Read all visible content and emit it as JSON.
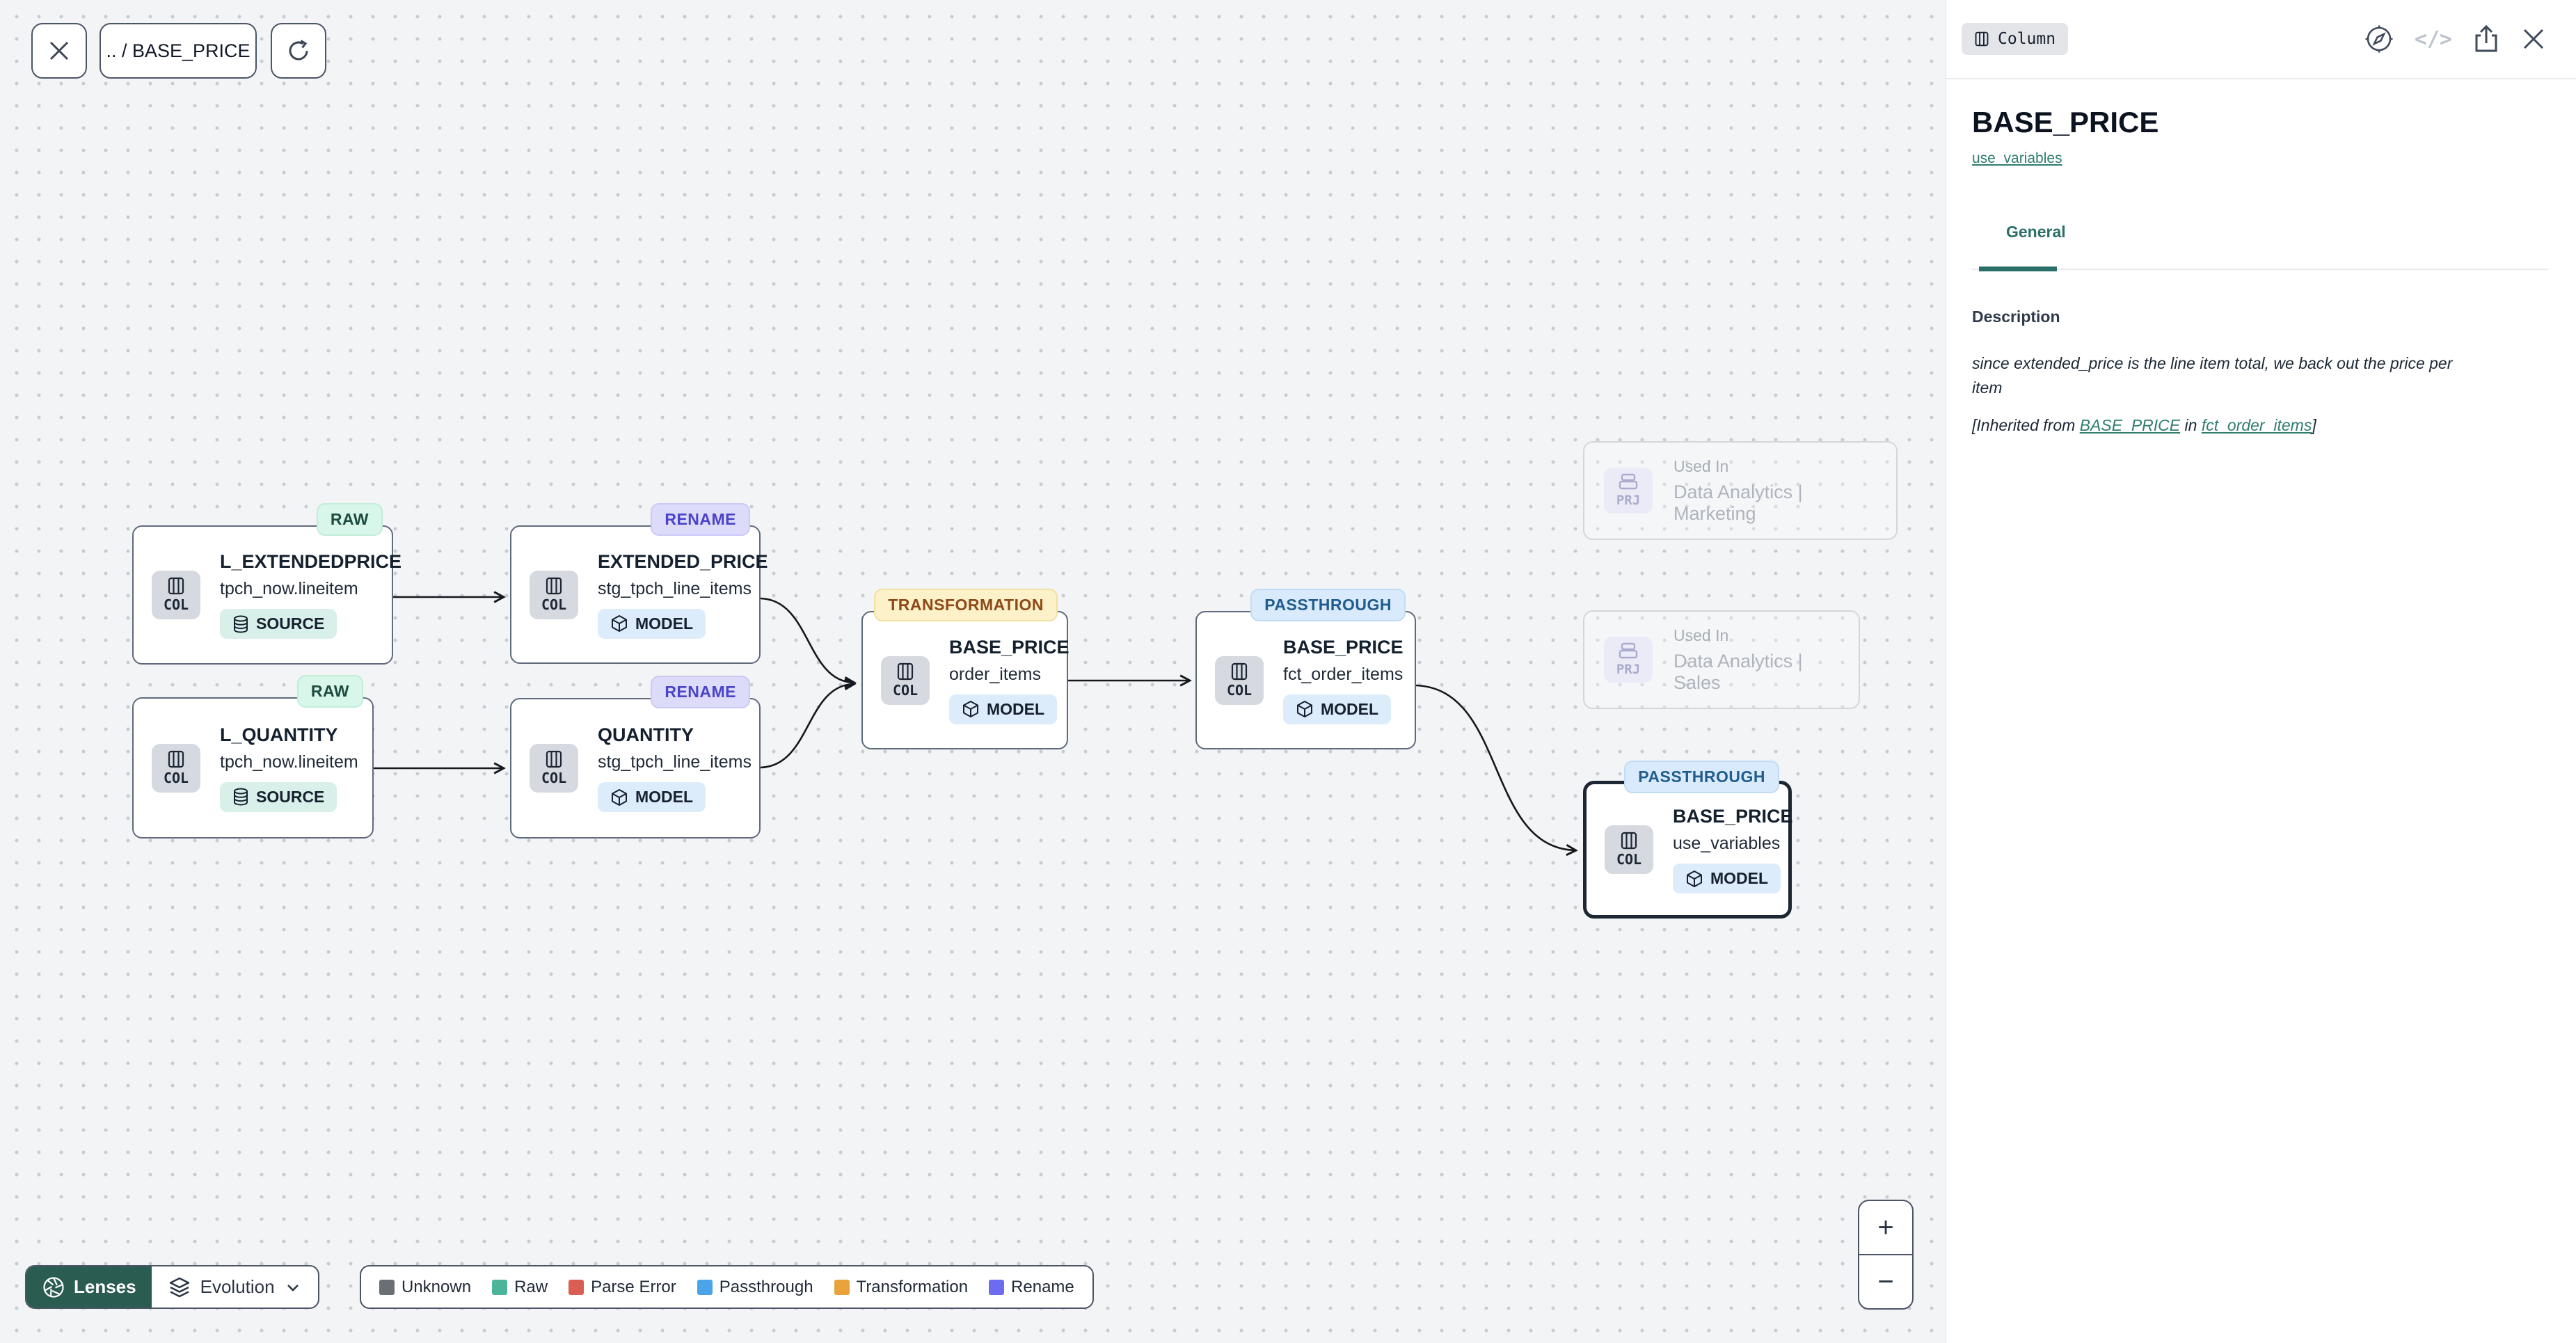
{
  "toolbar": {
    "breadcrumb": ".. / BASE_PRICE"
  },
  "panel": {
    "type_badge": "Column",
    "title": "BASE_PRICE",
    "subtitle_link": "use_variables",
    "tabs": [
      {
        "label": "General",
        "active": true
      }
    ],
    "description": {
      "label": "Description",
      "text": "since extended_price is the line item total, we back out the price per item",
      "inherited_prefix": "[Inherited from ",
      "inherited_link1": "BASE_PRICE",
      "inherited_middle": " in ",
      "inherited_link2": "fct_order_items",
      "inherited_suffix": "]"
    }
  },
  "nodes": [
    {
      "kind": "COL",
      "badge": "RAW",
      "title": "L_EXTENDEDPRICE",
      "subtitle": "tpch_now.lineitem",
      "chip": "SOURCE"
    },
    {
      "kind": "COL",
      "badge": "RAW",
      "title": "L_QUANTITY",
      "subtitle": "tpch_now.lineitem",
      "chip": "SOURCE"
    },
    {
      "kind": "COL",
      "badge": "RENAME",
      "title": "EXTENDED_PRICE",
      "subtitle": "stg_tpch_line_items",
      "chip": "MODEL"
    },
    {
      "kind": "COL",
      "badge": "RENAME",
      "title": "QUANTITY",
      "subtitle": "stg_tpch_line_items",
      "chip": "MODEL"
    },
    {
      "kind": "COL",
      "badge": "TRANSFORMATION",
      "title": "BASE_PRICE",
      "subtitle": "order_items",
      "chip": "MODEL"
    },
    {
      "kind": "COL",
      "badge": "PASSTHROUGH",
      "title": "BASE_PRICE",
      "subtitle": "fct_order_items",
      "chip": "MODEL"
    },
    {
      "kind": "COL",
      "badge": "PASSTHROUGH",
      "title": "BASE_PRICE",
      "subtitle": "use_variables",
      "chip": "MODEL"
    }
  ],
  "ghosts": [
    {
      "kind": "PRJ",
      "label": "Used In",
      "name": "Data Analytics | Marketing"
    },
    {
      "kind": "PRJ",
      "label": "Used In",
      "name": "Data Analytics | Sales"
    }
  ],
  "lenses": {
    "button": "Lenses",
    "mode": "Evolution"
  },
  "legend": {
    "items": [
      {
        "label": "Unknown",
        "color": "#6b6e72"
      },
      {
        "label": "Raw",
        "color": "#4cb49a"
      },
      {
        "label": "Parse Error",
        "color": "#d95f55"
      },
      {
        "label": "Passthrough",
        "color": "#4ba3e8"
      },
      {
        "label": "Transformation",
        "color": "#e8a33c"
      },
      {
        "label": "Rename",
        "color": "#6b6cf0"
      }
    ]
  },
  "zoom_controls": {
    "zoom_in": "+",
    "zoom_out": "−"
  },
  "colors": {
    "accent_teal": "#2a6f68",
    "link_teal": "#2e7d6f",
    "lenses_green": "#2b5c51",
    "badge_raw_bg": "#d8f6e9",
    "badge_rename_bg": "#dddbfa",
    "badge_transformation_bg": "#fcf1c9",
    "badge_passthrough_bg": "#d8eafb",
    "chip_model_bg": "#ddecfa",
    "chip_source_bg": "#d9f0ea"
  }
}
